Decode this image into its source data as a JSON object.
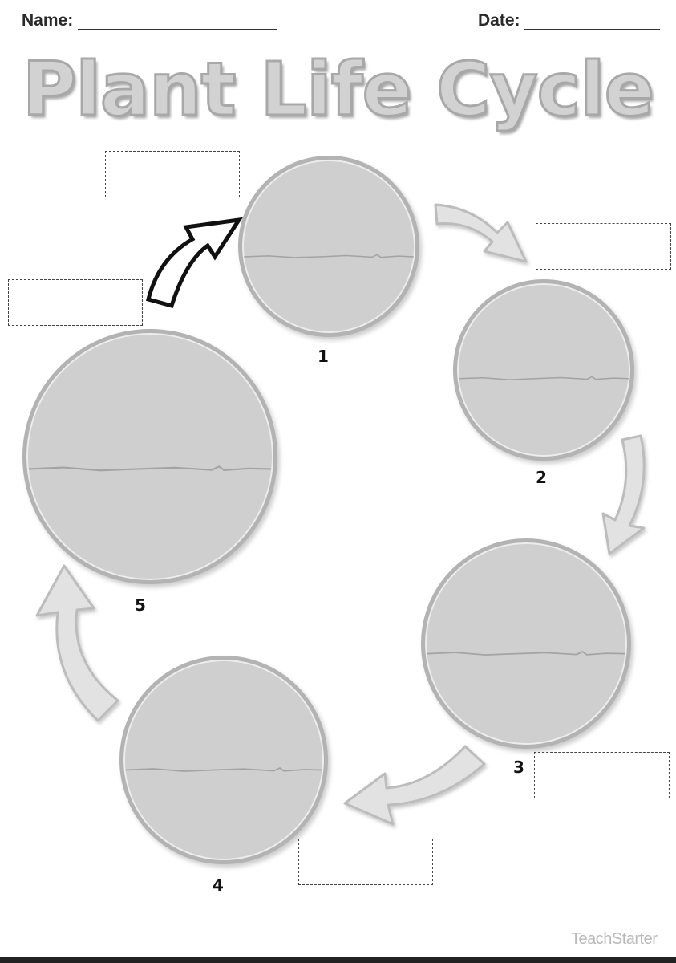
{
  "header": {
    "name_label": "Name:",
    "date_label": "Date:"
  },
  "title": "Plant Life Cycle",
  "stages": [
    {
      "number": "1"
    },
    {
      "number": "2"
    },
    {
      "number": "3"
    },
    {
      "number": "4"
    },
    {
      "number": "5"
    }
  ],
  "colors": {
    "circle_fill": "#cfcfcf",
    "circle_border": "#b3b3b3",
    "arrow_fill": "#e0e0e0",
    "arrow_stroke": "#bcbcbc"
  },
  "icons": {
    "logo": "teachstarter-logo"
  },
  "footer": {
    "logo_text": "TeachStarter"
  }
}
